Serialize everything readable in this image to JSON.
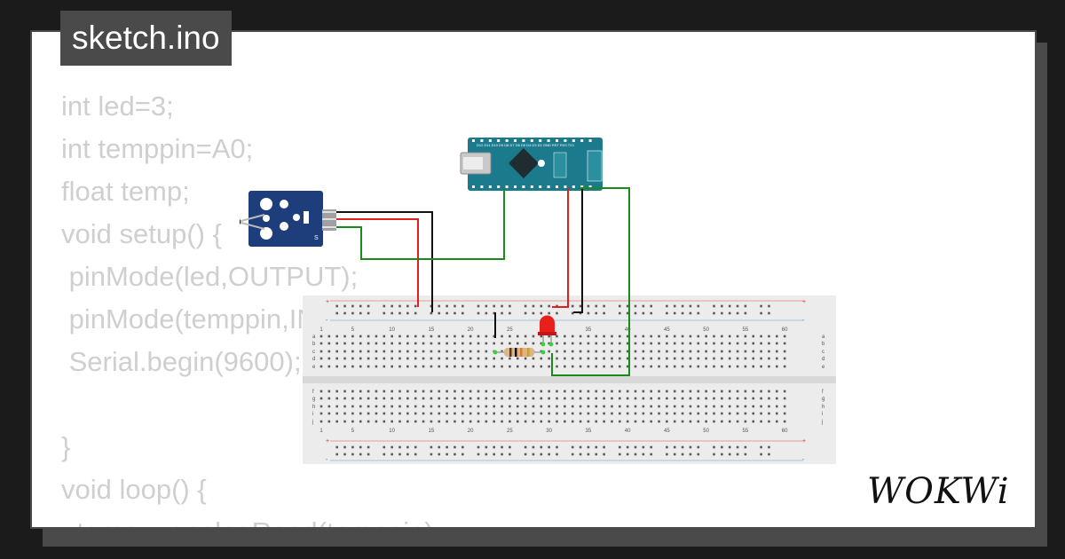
{
  "file": {
    "name": "sketch.ino"
  },
  "code_lines": [
    "int led=3;",
    "int temppin=A0;",
    "float temp;",
    "void setup() {",
    " pinMode(led,OUTPUT);",
    " pinMode(temppin,INPUT);",
    " Serial.begin(9600);",
    "",
    "}",
    "void loop() {",
    "  temp = analogRead(temppin);"
  ],
  "breadboard": {
    "column_numbers": [
      "1",
      "5",
      "10",
      "15",
      "20",
      "25",
      "30",
      "35",
      "40",
      "45",
      "50",
      "55",
      "60"
    ],
    "row_letters_top": [
      "a",
      "b",
      "c",
      "d",
      "e"
    ],
    "row_letters_bottom": [
      "f",
      "g",
      "h",
      "i",
      "j"
    ],
    "rail_plus": "+",
    "rail_minus": "-"
  },
  "sensor_module": {
    "pin_label": "S"
  },
  "arduino": {
    "top_pin_labels": "D12 D11 D10 D9 D8 D7 D6 D5 D4 D3 D2 GND RST RX0 TX1"
  },
  "brand": {
    "logo_text": "WOKWi"
  },
  "colors": {
    "background": "#1b1b1b",
    "panel": "#ffffff",
    "panel_border": "#4a4a4a",
    "code_text": "#cfcfcf",
    "wire_red": "#e0201c",
    "wire_black": "#111111",
    "wire_green": "#1a8a1a",
    "arduino_board": "#1b7a8c",
    "sensor_board": "#1d3e7a",
    "led_red": "#e8201c"
  }
}
